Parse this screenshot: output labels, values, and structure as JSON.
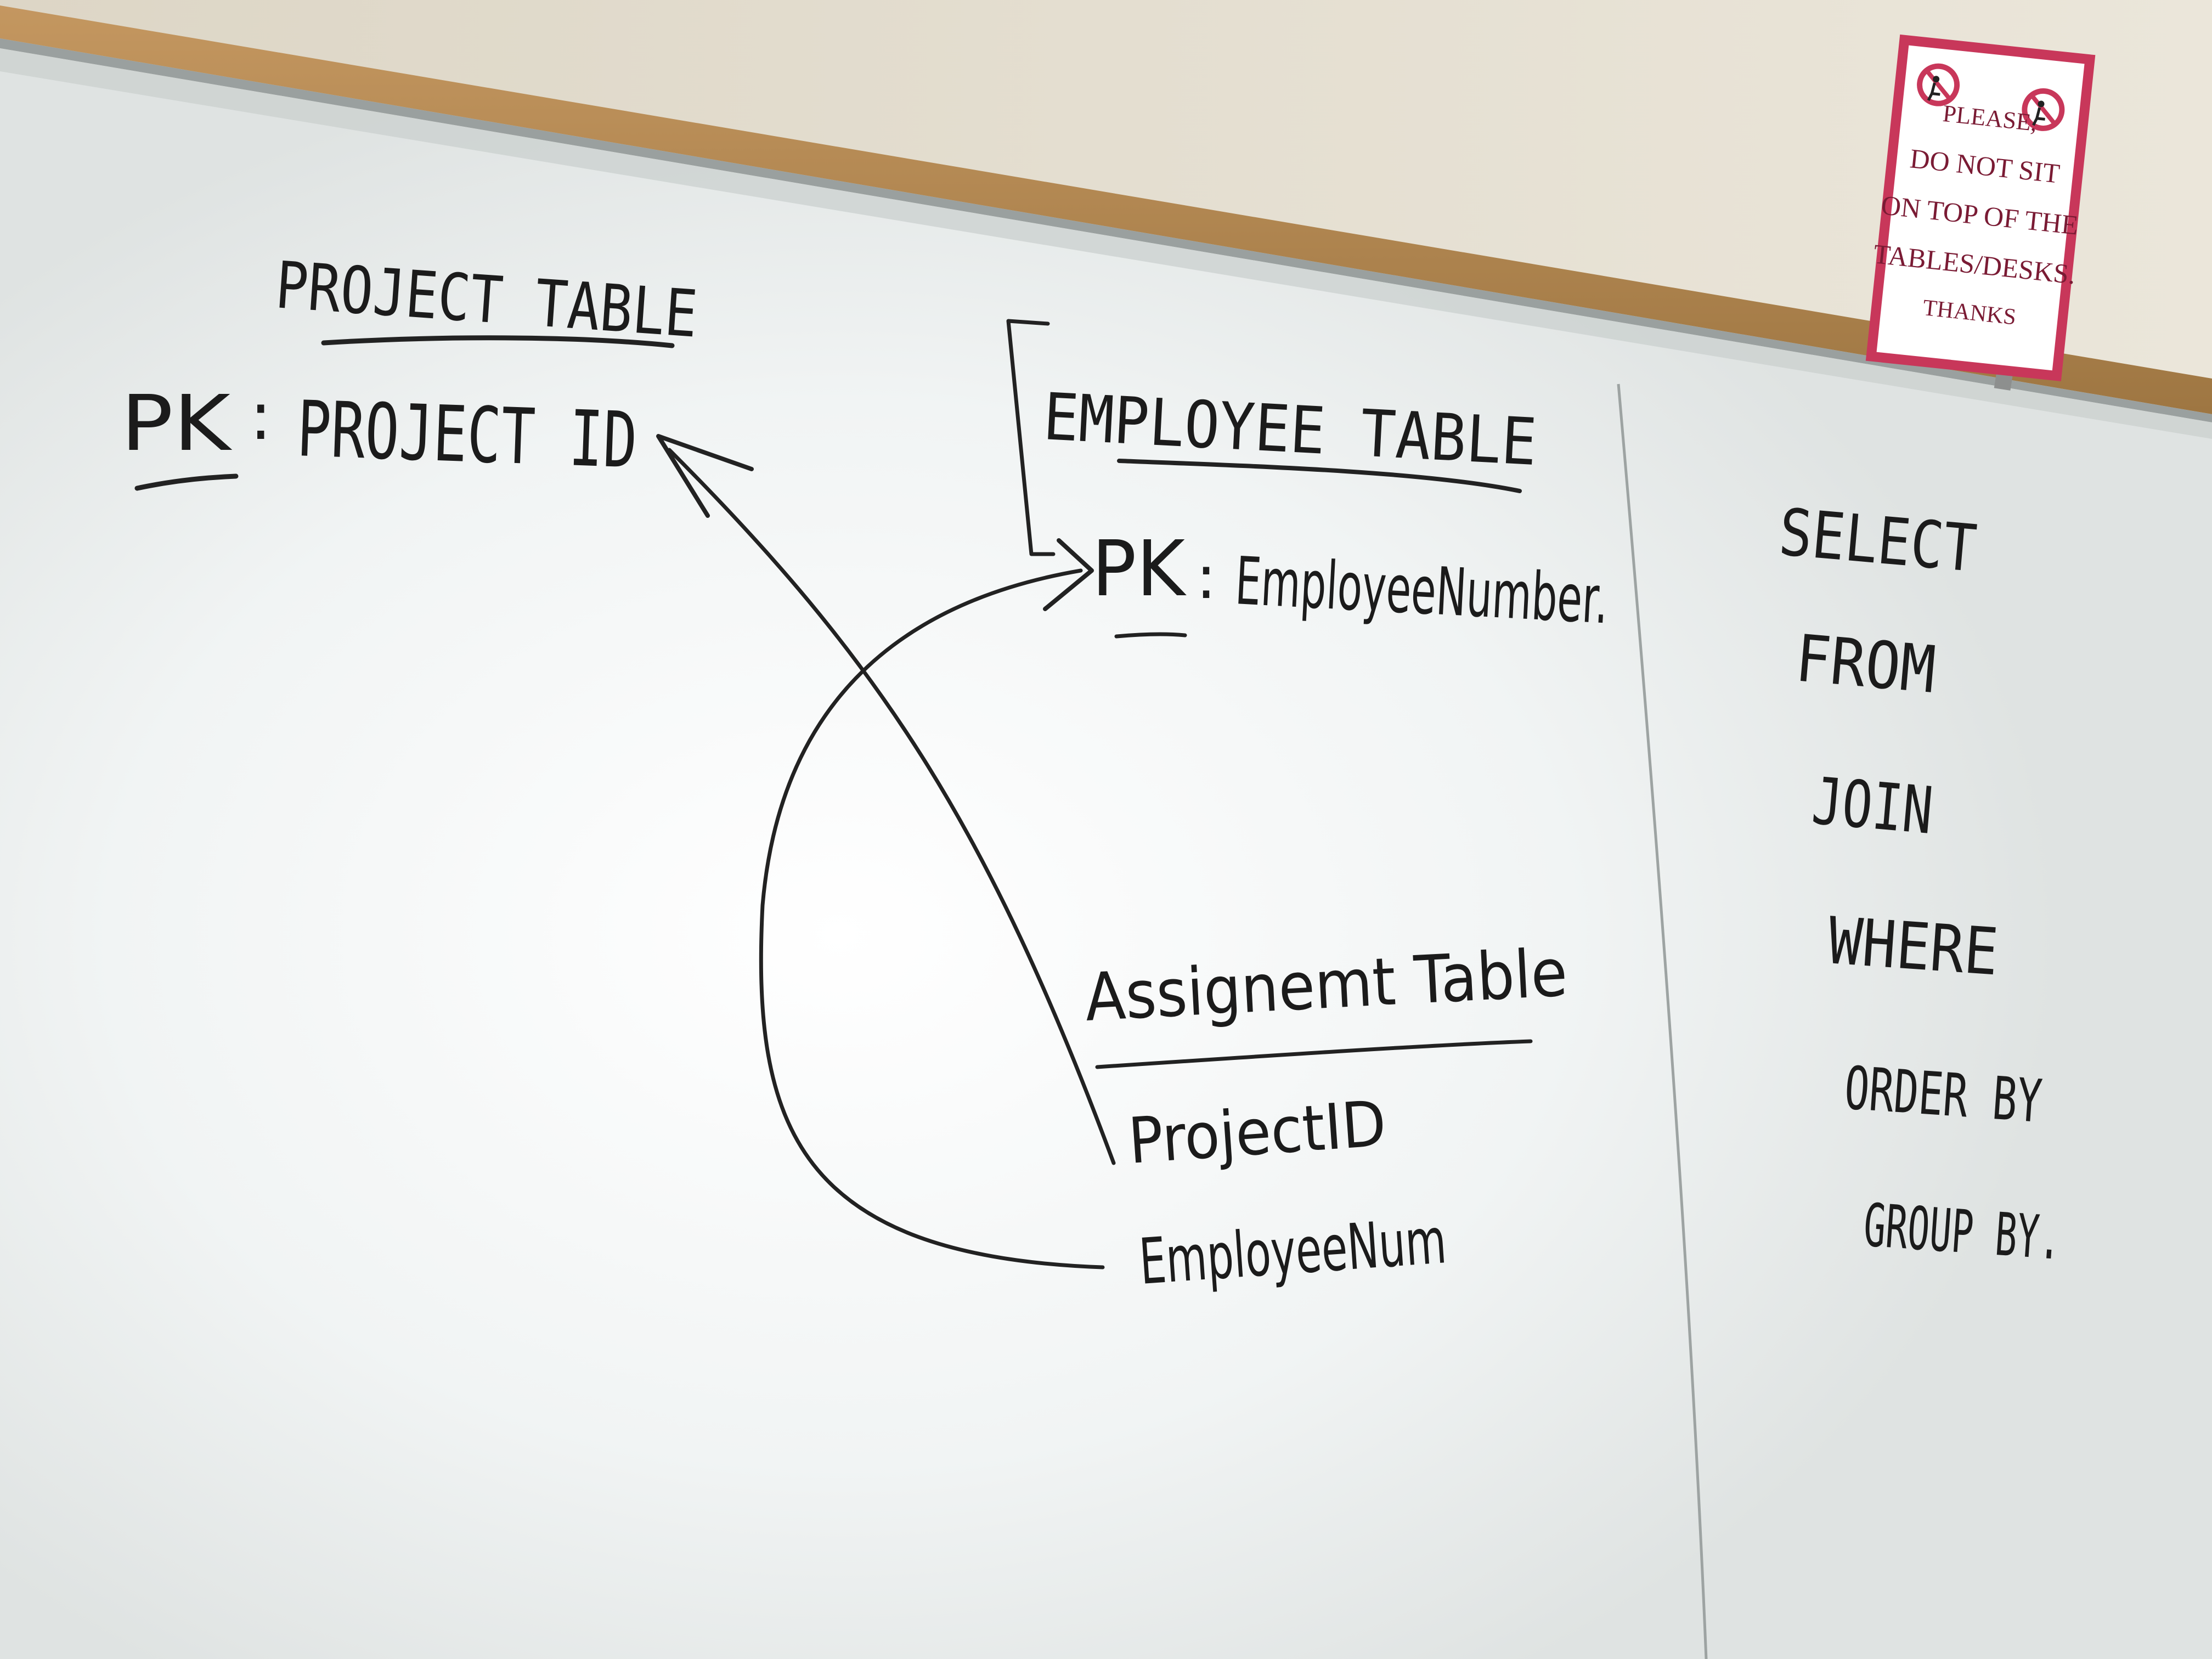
{
  "project_table": {
    "title": "PROJECT TABLE",
    "pk_label": "PK",
    "pk_sep": ":",
    "pk_value": "PROJECT ID"
  },
  "employee_table": {
    "title": "EMPLOYEE TABLE",
    "pk_label": "PK",
    "pk_sep": ":",
    "pk_value": "EmployeeNumber."
  },
  "assignment_table": {
    "title": "Assignemt Table",
    "fields": [
      "ProjectID",
      "EmployeeNum"
    ]
  },
  "sql_keywords": [
    "SELECT",
    "FROM",
    "JOIN",
    "WHERE",
    "ORDER BY",
    "GROUP BY."
  ],
  "sign": {
    "lines": [
      "PLEASE,",
      "DO NOT SIT",
      "ON TOP OF THE",
      "TABLES/DESKS.",
      "THANKS"
    ],
    "icon": "no-sitting-icon",
    "border_color": "#c8375a"
  },
  "colors": {
    "wall": "#e9e3d6",
    "whiteboard": "#f1f4f4",
    "cork": "#b4884f",
    "marker": "#1b1b1b"
  }
}
